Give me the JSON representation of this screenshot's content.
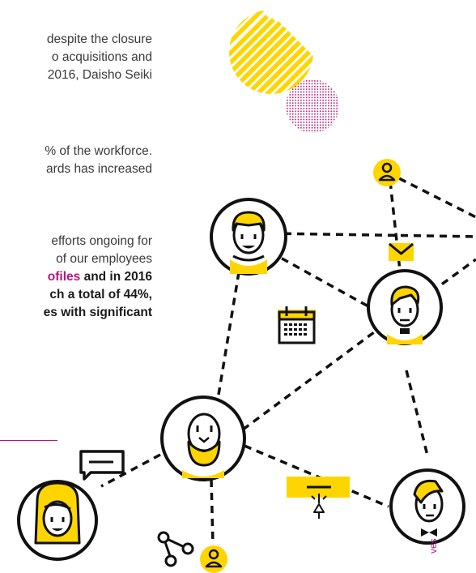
{
  "paragraphs": {
    "p1": [
      "despite the closure",
      "o acquisitions and",
      "2016, Daisho Seiki"
    ],
    "p2": [
      "% of the workforce.",
      "ards has increased"
    ],
    "p3_normal": [
      "efforts ongoing for",
      "of our employees"
    ],
    "p3_bold_highlight": "ofiles",
    "p3_bold_after_highlight": " and in 2016",
    "p3_bold": [
      "ch a total of 44%,",
      "es with significant"
    ]
  },
  "side_label": "ves",
  "colors": {
    "accent_yellow": "#ffd500",
    "accent_magenta": "#b5177c",
    "line": "#111111"
  }
}
